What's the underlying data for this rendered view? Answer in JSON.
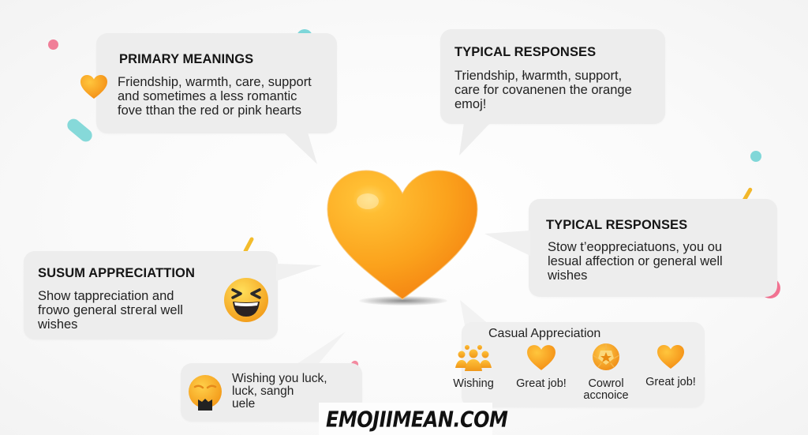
{
  "primary_meanings": {
    "title": "PRIMARY MEANINGS",
    "lines": [
      "Friendship, warmth, care, support",
      "and sometimes a less romantic",
      "fove tthan the red or pink hearts"
    ],
    "icon": "orange-heart-icon"
  },
  "typical_responses_top": {
    "title": "TYPICAL RESPONSES",
    "lines": [
      "Triendship, łwarmth, support,",
      "care for covanenen the orange",
      "emoj!"
    ]
  },
  "typical_responses_right": {
    "title": "TYPICAL RESPONSES",
    "lines": [
      "Stow t’eoppreciatuons, you ou",
      "lesual affection or general well",
      "wishes"
    ]
  },
  "susum_appreciation": {
    "title": "SUSUM APPRECIATTION",
    "lines": [
      "Show tappreciation and",
      "frowo general stгeral well",
      "wishes"
    ],
    "icon": "laughing-face-icon"
  },
  "wishing": {
    "lines": [
      "Wishing you luck,",
      "luck, sangh",
      "uele"
    ],
    "icon": "face-with-mask-icon"
  },
  "casual_appreciation": {
    "title": "Casual Appreciation",
    "items": [
      {
        "icon": "people-group-icon",
        "label": "Wishing"
      },
      {
        "icon": "orange-heart-icon",
        "label": "Great job!"
      },
      {
        "icon": "star-badge-icon",
        "label": "Cowrol accnoice"
      },
      {
        "icon": "orange-heart-icon",
        "label": "Great job!"
      }
    ]
  },
  "center": {
    "icon": "orange-heart-icon"
  },
  "footer": {
    "brand": "EMOJIIMEAN.COM"
  },
  "colors": {
    "bubble": "#ededed",
    "heart_light": "#ffc02e",
    "heart_dark": "#f58410",
    "accent_teal": "#7fd8d8",
    "accent_pink": "#f06b8a",
    "accent_yellow": "#f2b829"
  }
}
